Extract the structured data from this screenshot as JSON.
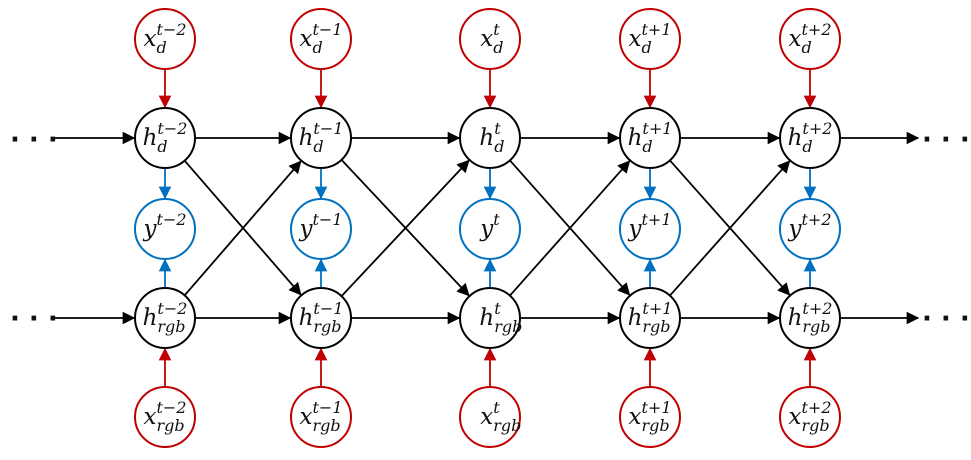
{
  "colors": {
    "input_node": "#c00000",
    "hidden_node": "#000000",
    "output_node": "#0070c0",
    "input_edge": "#c00000",
    "hidden_edge": "#000000",
    "output_edge": "#0070c0"
  },
  "continuation": "· · ·",
  "timesteps": [
    {
      "sup": "t−2",
      "x_d": {
        "base": "x",
        "sub": "d",
        "sup": "t−2"
      },
      "h_d": {
        "base": "h",
        "sub": "d",
        "sup": "t−2"
      },
      "y": {
        "base": "y",
        "sup": "t−2"
      },
      "h_rgb": {
        "base": "h",
        "sub": "rgb",
        "sup": "t−2"
      },
      "x_rgb": {
        "base": "x",
        "sub": "rgb",
        "sup": "t−2"
      }
    },
    {
      "sup": "t−1",
      "x_d": {
        "base": "x",
        "sub": "d",
        "sup": "t−1"
      },
      "h_d": {
        "base": "h",
        "sub": "d",
        "sup": "t−1"
      },
      "y": {
        "base": "y",
        "sup": "t−1"
      },
      "h_rgb": {
        "base": "h",
        "sub": "rgb",
        "sup": "t−1"
      },
      "x_rgb": {
        "base": "x",
        "sub": "rgb",
        "sup": "t−1"
      }
    },
    {
      "sup": "t",
      "x_d": {
        "base": "x",
        "sub": "d",
        "sup": "t"
      },
      "h_d": {
        "base": "h",
        "sub": "d",
        "sup": "t"
      },
      "y": {
        "base": "y",
        "sup": "t"
      },
      "h_rgb": {
        "base": "h",
        "sub": "rgb",
        "sup": "t"
      },
      "x_rgb": {
        "base": "x",
        "sub": "rgb",
        "sup": "t"
      }
    },
    {
      "sup": "t+1",
      "x_d": {
        "base": "x",
        "sub": "d",
        "sup": "t+1"
      },
      "h_d": {
        "base": "h",
        "sub": "d",
        "sup": "t+1"
      },
      "y": {
        "base": "y",
        "sup": "t+1"
      },
      "h_rgb": {
        "base": "h",
        "sub": "rgb",
        "sup": "t+1"
      },
      "x_rgb": {
        "base": "x",
        "sub": "rgb",
        "sup": "t+1"
      }
    },
    {
      "sup": "t+2",
      "x_d": {
        "base": "x",
        "sub": "d",
        "sup": "t+2"
      },
      "h_d": {
        "base": "h",
        "sub": "d",
        "sup": "t+2"
      },
      "y": {
        "base": "y",
        "sup": "t+2"
      },
      "h_rgb": {
        "base": "h",
        "sub": "rgb",
        "sup": "t+2"
      },
      "x_rgb": {
        "base": "x",
        "sub": "rgb",
        "sup": "t+2"
      }
    }
  ]
}
